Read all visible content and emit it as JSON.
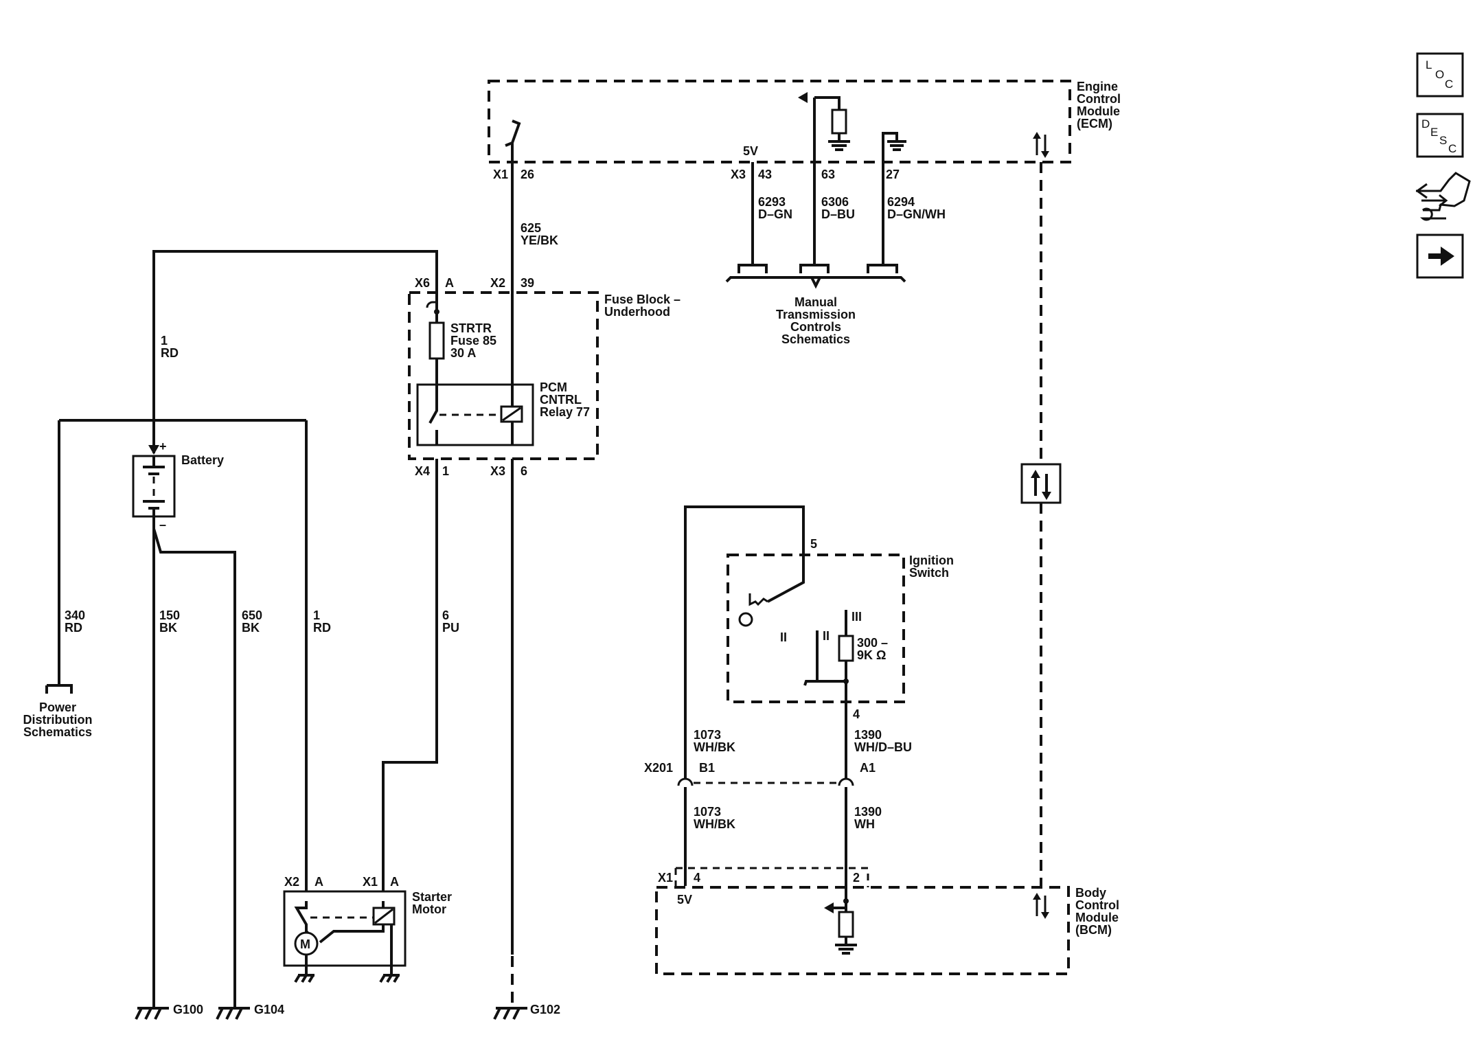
{
  "nav": {
    "loc": {
      "l1": "L",
      "l2": "O",
      "l3": "C"
    },
    "desc": {
      "l1": "D",
      "l2": "E",
      "l3": "S",
      "l4": "C"
    }
  },
  "ecm": {
    "l1": "Engine",
    "l2": "Control",
    "l3": "Module",
    "l4": "(ECM)"
  },
  "ecm_pins": {
    "x1": "X1",
    "p26": "26",
    "x3": "X3",
    "p43": "43",
    "p63": "63",
    "p27": "27",
    "v5": "5V"
  },
  "wires": {
    "w625_num": "625",
    "w625_col": "YE/BK",
    "w6293_num": "6293",
    "w6293_col": "D–GN",
    "w6306_num": "6306",
    "w6306_col": "D–BU",
    "w6294_num": "6294",
    "w6294_col": "D–GN/WH",
    "w1_num": "1",
    "w1_col": "RD",
    "w340_num": "340",
    "w340_col": "RD",
    "w150_num": "150",
    "w150_col": "BK",
    "w650_num": "650",
    "w650_col": "BK",
    "w1b_num": "1",
    "w1b_col": "RD",
    "w6_num": "6",
    "w6_col": "PU",
    "w1073a_num": "1073",
    "w1073a_col": "WH/BK",
    "w1390a_num": "1390",
    "w1390a_col": "WH/D–BU",
    "w1073b_num": "1073",
    "w1073b_col": "WH/BK",
    "w1390b_num": "1390",
    "w1390b_col": "WH"
  },
  "mtc": {
    "l1": "Manual",
    "l2": "Transmission",
    "l3": "Controls",
    "l4": "Schematics"
  },
  "fuse_block": {
    "l1": "Fuse Block –",
    "l2": "Underhood",
    "x6": "X6",
    "a": "A",
    "x2": "X2",
    "p39": "39",
    "x4": "X4",
    "p1": "1",
    "x3": "X3",
    "p6": "6"
  },
  "fuse": {
    "l1": "STRTR",
    "l2": "Fuse 85",
    "l3": "30 A"
  },
  "relay": {
    "l1": "PCM",
    "l2": "CNTRL",
    "l3": "Relay 77"
  },
  "battery": {
    "label": "Battery",
    "plus": "+",
    "minus": "–"
  },
  "pds": {
    "l1": "Power",
    "l2": "Distribution",
    "l3": "Schematics"
  },
  "starter": {
    "l1": "Starter",
    "l2": "Motor",
    "x2": "X2",
    "a1": "A",
    "x1": "X1",
    "a2": "A",
    "m": "M"
  },
  "grounds": {
    "g100": "G100",
    "g104": "G104",
    "g102": "G102"
  },
  "ignition": {
    "l1": "Ignition",
    "l2": "Switch",
    "p5": "5",
    "p4": "4",
    "pos2a": "II",
    "pos2b": "II",
    "pos3": "III",
    "res1": "300 –",
    "res2": "9K Ω"
  },
  "x201": {
    "name": "X201",
    "b1": "B1",
    "a1": "A1"
  },
  "bcm": {
    "l1": "Body",
    "l2": "Control",
    "l3": "Module",
    "l4": "(BCM)",
    "x1": "X1",
    "p4": "4",
    "p2": "2",
    "v5": "5V"
  }
}
